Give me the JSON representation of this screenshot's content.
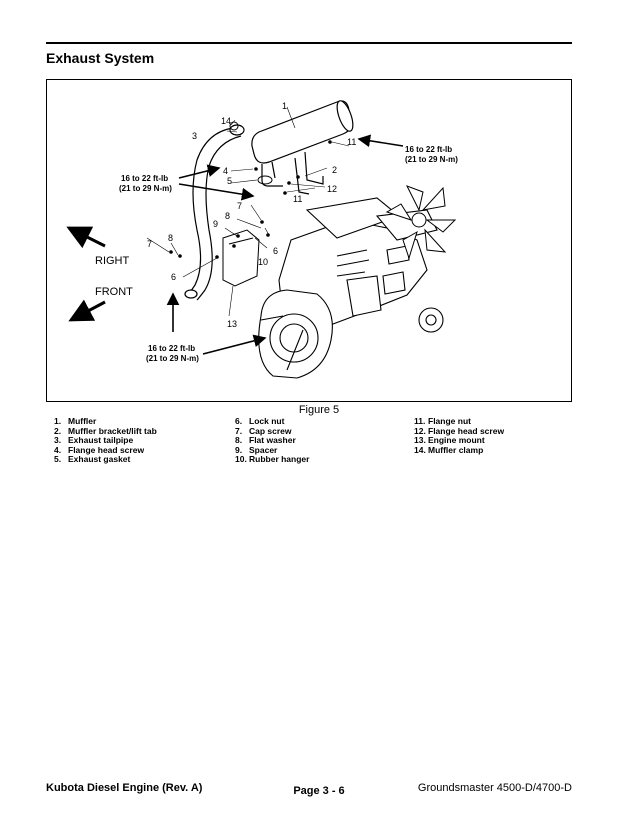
{
  "section": {
    "title": "Exhaust System"
  },
  "figure": {
    "caption": "Figure 5",
    "directions": {
      "right": "RIGHT",
      "front": "FRONT"
    },
    "torque_callouts": [
      {
        "line1": "16 to 22 ft-lb",
        "line2": "(21 to 29 N-m)"
      },
      {
        "line1": "16 to 22 ft-lb",
        "line2": "(21 to 29 N-m)"
      },
      {
        "line1": "16 to 22 ft-lb",
        "line2": "(21 to 29 N-m)"
      }
    ],
    "callouts": {
      "c1": "1",
      "c2": "2",
      "c3": "3",
      "c4": "4",
      "c5": "5",
      "c6a": "6",
      "c6b": "6",
      "c7a": "7",
      "c7b": "7",
      "c8a": "8",
      "c8b": "8",
      "c9": "9",
      "c10": "10",
      "c11a": "11",
      "c11b": "11",
      "c12": "12",
      "c13": "13",
      "c14": "14"
    }
  },
  "legend": [
    [
      {
        "num": "1.",
        "text": "Muffler"
      },
      {
        "num": "2.",
        "text": "Muffler bracket/lift tab"
      },
      {
        "num": "3.",
        "text": "Exhaust tailpipe"
      },
      {
        "num": "4.",
        "text": "Flange head screw"
      },
      {
        "num": "5.",
        "text": "Exhaust gasket"
      }
    ],
    [
      {
        "num": "6.",
        "text": "Lock nut"
      },
      {
        "num": "7.",
        "text": "Cap screw"
      },
      {
        "num": "8.",
        "text": "Flat washer"
      },
      {
        "num": "9.",
        "text": "Spacer"
      },
      {
        "num": "10.",
        "text": "Rubber hanger"
      }
    ],
    [
      {
        "num": "11.",
        "text": "Flange nut"
      },
      {
        "num": "12.",
        "text": "Flange head screw"
      },
      {
        "num": "13.",
        "text": "Engine mount"
      },
      {
        "num": "14.",
        "text": "Muffler clamp"
      }
    ]
  ],
  "footer": {
    "left": "Kubota Diesel Engine (Rev. A)",
    "center": "Page 3 - 6",
    "right": "Groundsmaster 4500-D/4700-D"
  }
}
